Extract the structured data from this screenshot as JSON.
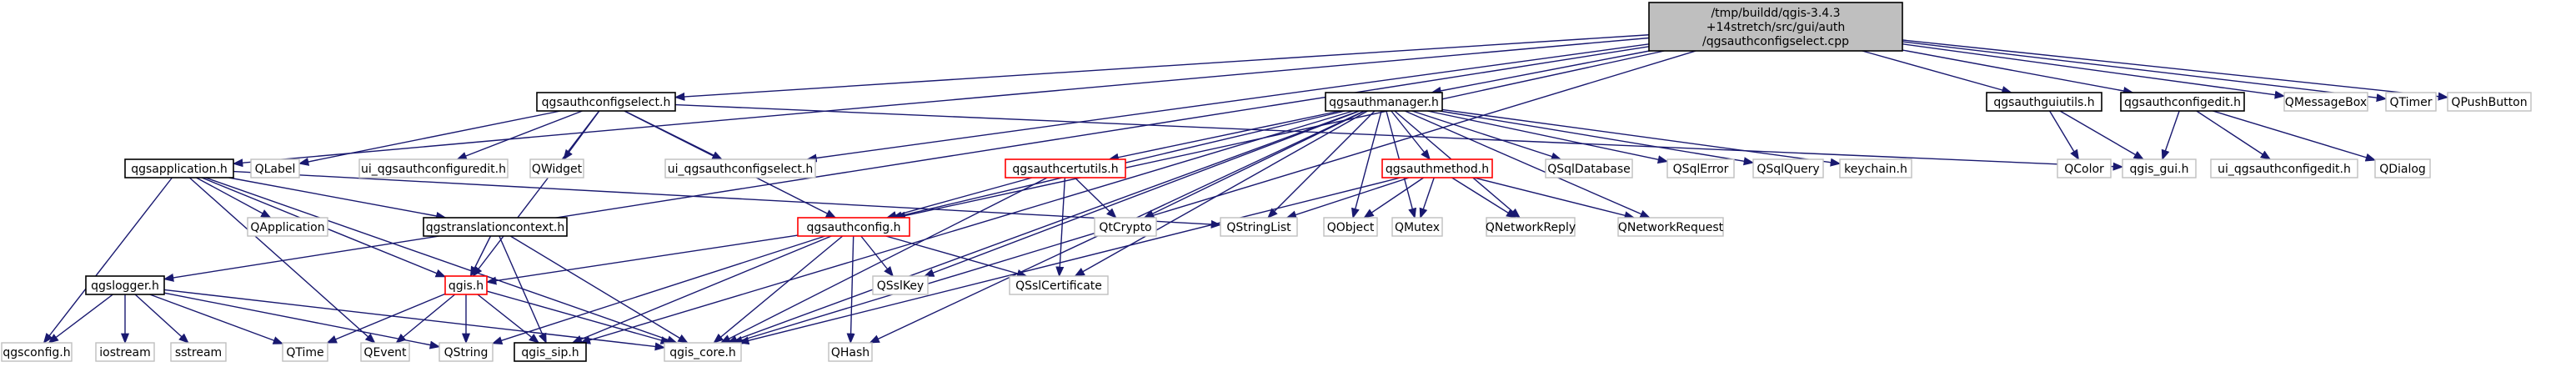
{
  "colors": {
    "edge": "#191970",
    "root_fill": "#bfbfbf",
    "red_border": "#ff0000",
    "gray_border": "#bfbfbf"
  },
  "nodes": [
    {
      "id": "root",
      "lines": [
        "/tmp/buildd/qgis-3.4.3",
        "+14stretch/src/gui/auth",
        "/qgsauthconfigselect.cpp"
      ],
      "style": "root"
    },
    {
      "id": "qgsauthconfigselect_h",
      "lines": [
        "qgsauthconfigselect.h"
      ],
      "style": "black"
    },
    {
      "id": "qgsauthmanager_h",
      "lines": [
        "qgsauthmanager.h"
      ],
      "style": "black"
    },
    {
      "id": "qgsauthguiutils_h",
      "lines": [
        "qgsauthguiutils.h"
      ],
      "style": "black"
    },
    {
      "id": "qgsauthconfigedit_h",
      "lines": [
        "qgsauthconfigedit.h"
      ],
      "style": "black"
    },
    {
      "id": "QMessageBox",
      "lines": [
        "QMessageBox"
      ],
      "style": "gray"
    },
    {
      "id": "QTimer",
      "lines": [
        "QTimer"
      ],
      "style": "gray"
    },
    {
      "id": "QPushButton",
      "lines": [
        "QPushButton"
      ],
      "style": "gray"
    },
    {
      "id": "qgsapplication_h",
      "lines": [
        "qgsapplication.h"
      ],
      "style": "black"
    },
    {
      "id": "QLabel",
      "lines": [
        "QLabel"
      ],
      "style": "gray"
    },
    {
      "id": "ui_qgsauthconfiguredit_h",
      "lines": [
        "ui_qgsauthconfiguredit.h"
      ],
      "style": "gray"
    },
    {
      "id": "QWidget",
      "lines": [
        "QWidget"
      ],
      "style": "gray"
    },
    {
      "id": "ui_qgsauthconfigselect_h",
      "lines": [
        "ui_qgsauthconfigselect.h"
      ],
      "style": "gray"
    },
    {
      "id": "qgsauthcertutils_h",
      "lines": [
        "qgsauthcertutils.h"
      ],
      "style": "red"
    },
    {
      "id": "qgsauthmethod_h",
      "lines": [
        "qgsauthmethod.h"
      ],
      "style": "red"
    },
    {
      "id": "QSqlDatabase",
      "lines": [
        "QSqlDatabase"
      ],
      "style": "gray"
    },
    {
      "id": "QSqlError",
      "lines": [
        "QSqlError"
      ],
      "style": "gray"
    },
    {
      "id": "QSqlQuery",
      "lines": [
        "QSqlQuery"
      ],
      "style": "gray"
    },
    {
      "id": "keychain_h",
      "lines": [
        "keychain.h"
      ],
      "style": "gray"
    },
    {
      "id": "QColor",
      "lines": [
        "QColor"
      ],
      "style": "gray"
    },
    {
      "id": "qgis_gui_h",
      "lines": [
        "qgis_gui.h"
      ],
      "style": "gray"
    },
    {
      "id": "ui_qgsauthconfigedit_h",
      "lines": [
        "ui_qgsauthconfigedit.h"
      ],
      "style": "gray"
    },
    {
      "id": "QDialog",
      "lines": [
        "QDialog"
      ],
      "style": "gray"
    },
    {
      "id": "QApplication",
      "lines": [
        "QApplication"
      ],
      "style": "gray"
    },
    {
      "id": "qgstranslationcontext_h",
      "lines": [
        "qgstranslationcontext.h"
      ],
      "style": "black"
    },
    {
      "id": "qgsauthconfig_h",
      "lines": [
        "qgsauthconfig.h"
      ],
      "style": "red"
    },
    {
      "id": "QtCrypto",
      "lines": [
        "QtCrypto"
      ],
      "style": "gray"
    },
    {
      "id": "QStringList",
      "lines": [
        "QStringList"
      ],
      "style": "gray"
    },
    {
      "id": "QObject",
      "lines": [
        "QObject"
      ],
      "style": "gray"
    },
    {
      "id": "QMutex",
      "lines": [
        "QMutex"
      ],
      "style": "gray"
    },
    {
      "id": "QNetworkReply",
      "lines": [
        "QNetworkReply"
      ],
      "style": "gray"
    },
    {
      "id": "QNetworkRequest",
      "lines": [
        "QNetworkRequest"
      ],
      "style": "gray"
    },
    {
      "id": "QSslKey",
      "lines": [
        "QSslKey"
      ],
      "style": "gray"
    },
    {
      "id": "QSslCertificate",
      "lines": [
        "QSslCertificate"
      ],
      "style": "gray"
    },
    {
      "id": "qgslogger_h",
      "lines": [
        "qgslogger.h"
      ],
      "style": "black"
    },
    {
      "id": "qgis_h",
      "lines": [
        "qgis.h"
      ],
      "style": "red"
    },
    {
      "id": "qgsconfig_h",
      "lines": [
        "qgsconfig.h"
      ],
      "style": "gray"
    },
    {
      "id": "iostream",
      "lines": [
        "iostream"
      ],
      "style": "gray"
    },
    {
      "id": "sstream",
      "lines": [
        "sstream"
      ],
      "style": "gray"
    },
    {
      "id": "QTime",
      "lines": [
        "QTime"
      ],
      "style": "gray"
    },
    {
      "id": "QEvent",
      "lines": [
        "QEvent"
      ],
      "style": "gray"
    },
    {
      "id": "QString",
      "lines": [
        "QString"
      ],
      "style": "gray"
    },
    {
      "id": "qgis_sip_h",
      "lines": [
        "qgis_sip.h"
      ],
      "style": "black"
    },
    {
      "id": "qgis_core_h",
      "lines": [
        "qgis_core.h"
      ],
      "style": "gray"
    },
    {
      "id": "QHash",
      "lines": [
        "QHash"
      ],
      "style": "gray"
    }
  ],
  "edges": [
    [
      "root",
      "qgsauthconfigselect_h"
    ],
    [
      "root",
      "qgsauthmanager_h"
    ],
    [
      "root",
      "qgsauthguiutils_h"
    ],
    [
      "root",
      "qgsauthconfigedit_h"
    ],
    [
      "root",
      "QMessageBox"
    ],
    [
      "root",
      "QTimer"
    ],
    [
      "root",
      "QPushButton"
    ],
    [
      "root",
      "qgsapplication_h"
    ],
    [
      "root",
      "qgslogger_h"
    ],
    [
      "root",
      "ui_qgsauthconfigselect_h"
    ],
    [
      "root",
      "qgsauthconfig_h"
    ],
    [
      "root",
      "qgis_core_h"
    ],
    [
      "qgsauthconfigselect_h",
      "QLabel"
    ],
    [
      "qgsauthconfigselect_h",
      "ui_qgsauthconfiguredit_h"
    ],
    [
      "qgsauthconfigselect_h",
      "QWidget"
    ],
    [
      "qgsauthconfigselect_h",
      "ui_qgsauthconfigselect_h"
    ],
    [
      "qgsauthconfigselect_h",
      "qgsauthconfig_h"
    ],
    [
      "qgsauthconfigselect_h",
      "qgis_h"
    ],
    [
      "qgsauthconfigselect_h",
      "qgis_gui_h"
    ],
    [
      "qgsauthmanager_h",
      "qgsauthcertutils_h"
    ],
    [
      "qgsauthmanager_h",
      "qgsauthmethod_h"
    ],
    [
      "qgsauthmanager_h",
      "QSqlDatabase"
    ],
    [
      "qgsauthmanager_h",
      "QSqlError"
    ],
    [
      "qgsauthmanager_h",
      "QSqlQuery"
    ],
    [
      "qgsauthmanager_h",
      "keychain_h"
    ],
    [
      "qgsauthmanager_h",
      "qgsauthconfig_h"
    ],
    [
      "qgsauthmanager_h",
      "QtCrypto"
    ],
    [
      "qgsauthmanager_h",
      "QStringList"
    ],
    [
      "qgsauthmanager_h",
      "QObject"
    ],
    [
      "qgsauthmanager_h",
      "QMutex"
    ],
    [
      "qgsauthmanager_h",
      "QNetworkReply"
    ],
    [
      "qgsauthmanager_h",
      "QNetworkRequest"
    ],
    [
      "qgsauthmanager_h",
      "QSslKey"
    ],
    [
      "qgsauthmanager_h",
      "QSslCertificate"
    ],
    [
      "qgsauthmanager_h",
      "qgis_sip_h"
    ],
    [
      "qgsauthmanager_h",
      "qgis_core_h"
    ],
    [
      "qgsauthmanager_h",
      "QHash"
    ],
    [
      "qgsauthguiutils_h",
      "QColor"
    ],
    [
      "qgsauthguiutils_h",
      "qgis_gui_h"
    ],
    [
      "qgsauthconfigedit_h",
      "qgis_gui_h"
    ],
    [
      "qgsauthconfigedit_h",
      "ui_qgsauthconfigedit_h"
    ],
    [
      "qgsauthconfigedit_h",
      "QDialog"
    ],
    [
      "qgsapplication_h",
      "QApplication"
    ],
    [
      "qgsapplication_h",
      "qgstranslationcontext_h"
    ],
    [
      "qgsapplication_h",
      "qgis_h"
    ],
    [
      "qgsapplication_h",
      "qgsconfig_h"
    ],
    [
      "qgsapplication_h",
      "QEvent"
    ],
    [
      "qgsapplication_h",
      "QStringList"
    ],
    [
      "qgsapplication_h",
      "qgis_core_h"
    ],
    [
      "qgsauthcertutils_h",
      "qgsauthconfig_h"
    ],
    [
      "qgsauthcertutils_h",
      "QtCrypto"
    ],
    [
      "qgsauthcertutils_h",
      "QSslCertificate"
    ],
    [
      "qgsauthcertutils_h",
      "qgis_core_h"
    ],
    [
      "qgsauthmethod_h",
      "QObject"
    ],
    [
      "qgsauthmethod_h",
      "QMutex"
    ],
    [
      "qgsauthmethod_h",
      "QNetworkReply"
    ],
    [
      "qgsauthmethod_h",
      "QNetworkRequest"
    ],
    [
      "qgsauthmethod_h",
      "QStringList"
    ],
    [
      "qgsauthmethod_h",
      "qgis_core_h"
    ],
    [
      "qgstranslationcontext_h",
      "qgis_h"
    ],
    [
      "qgstranslationcontext_h",
      "qgis_sip_h"
    ],
    [
      "qgstranslationcontext_h",
      "qgis_core_h"
    ],
    [
      "qgsauthconfig_h",
      "QSslKey"
    ],
    [
      "qgsauthconfig_h",
      "QSslCertificate"
    ],
    [
      "qgsauthconfig_h",
      "qgis_h"
    ],
    [
      "qgsauthconfig_h",
      "QString"
    ],
    [
      "qgsauthconfig_h",
      "qgis_sip_h"
    ],
    [
      "qgsauthconfig_h",
      "qgis_core_h"
    ],
    [
      "qgsauthconfig_h",
      "QHash"
    ],
    [
      "qgslogger_h",
      "qgsconfig_h"
    ],
    [
      "qgslogger_h",
      "iostream"
    ],
    [
      "qgslogger_h",
      "sstream"
    ],
    [
      "qgslogger_h",
      "QTime"
    ],
    [
      "qgslogger_h",
      "QString"
    ],
    [
      "qgslogger_h",
      "qgis_core_h"
    ],
    [
      "qgis_h",
      "QEvent"
    ],
    [
      "qgis_h",
      "QString"
    ],
    [
      "qgis_h",
      "qgis_sip_h"
    ],
    [
      "qgis_h",
      "qgis_core_h"
    ],
    [
      "qgis_h",
      "QTime"
    ]
  ]
}
